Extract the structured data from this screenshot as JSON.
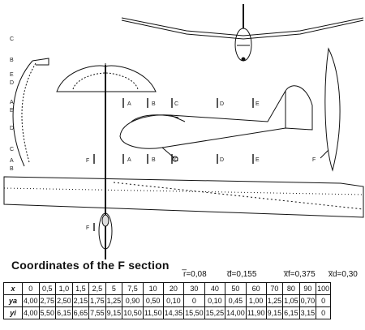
{
  "drawing": {
    "section_labels": [
      "A",
      "B",
      "C",
      "D",
      "E"
    ],
    "fuselage_section_labels": [
      "A",
      "B",
      "C",
      "D",
      "E"
    ],
    "rib_labels_left": [
      "C",
      "B",
      "E",
      "D",
      "A",
      "E",
      "D",
      "C",
      "A",
      "B"
    ],
    "f_label": "F"
  },
  "table": {
    "title": "Coordinates of the F section",
    "params": {
      "r": "r̅=0,08",
      "d": "d̅=0,155",
      "xf": "x̅f=0,375",
      "xd": "x̅d=0,30"
    },
    "header_x": "x",
    "header_ya": "ya",
    "header_yi": "yi",
    "x": [
      "0",
      "0,5",
      "1,0",
      "1,5",
      "2,5",
      "5",
      "7,5",
      "10",
      "20",
      "30",
      "40",
      "50",
      "60",
      "70",
      "80",
      "90",
      "100"
    ],
    "ya": [
      "4,00",
      "2,75",
      "2,50",
      "2,15",
      "1,75",
      "1,25",
      "0,90",
      "0,50",
      "0,10",
      "0",
      "0,10",
      "0,45",
      "1,00",
      "1,25",
      "1,05",
      "0,70",
      "0"
    ],
    "yi": [
      "4,00",
      "5,50",
      "6,15",
      "6,65",
      "7,55",
      "9,15",
      "10,50",
      "11,50",
      "14,35",
      "15,50",
      "15,25",
      "14,00",
      "11,90",
      "9,15",
      "6,15",
      "3,15",
      "0"
    ]
  }
}
